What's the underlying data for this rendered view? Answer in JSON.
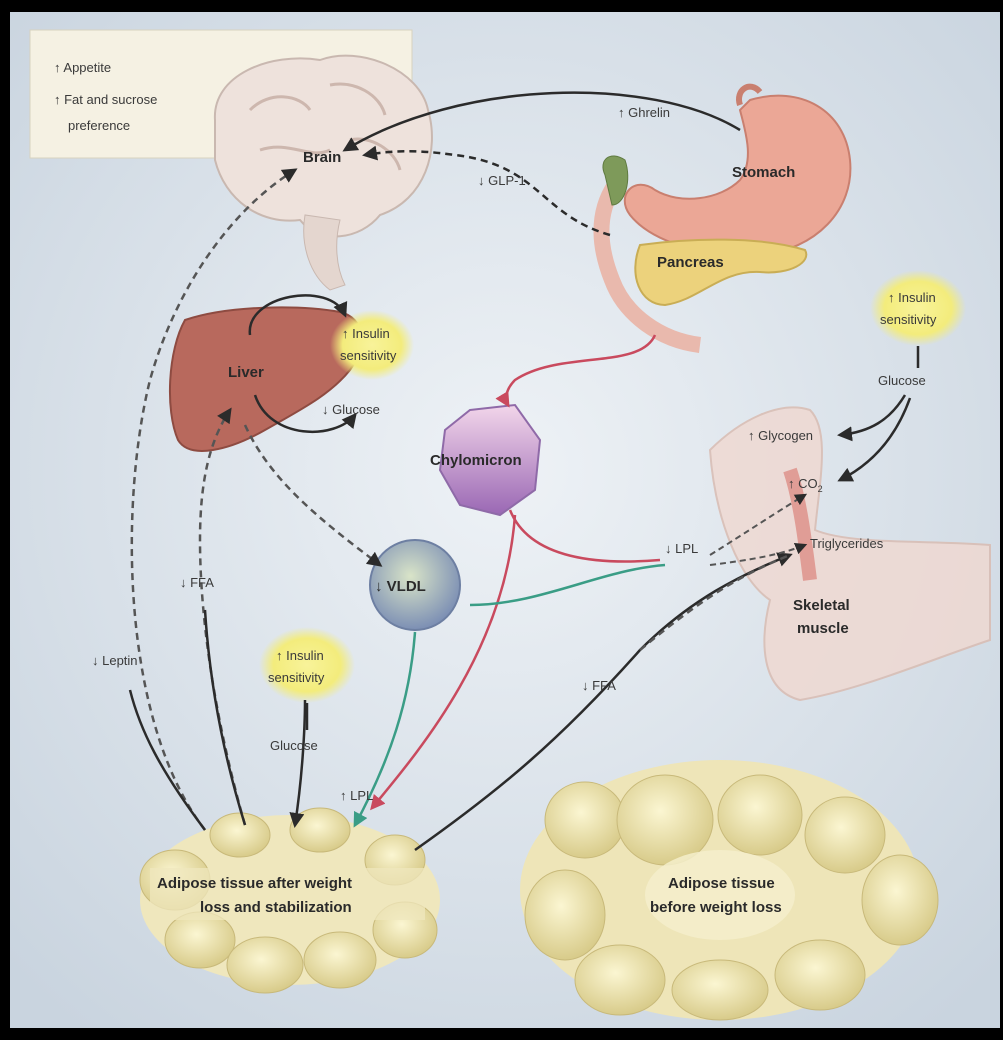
{
  "legend": {
    "items": [
      "↑ Appetite",
      "↑ Fat and sucrose",
      "preference"
    ]
  },
  "organs": {
    "brain": "Brain",
    "stomach": "Stomach",
    "pancreas": "Pancreas",
    "liver": "Liver",
    "chylomicron": "Chylomicron",
    "vldl": "↓ VLDL",
    "muscle_line1": "Skeletal",
    "muscle_line2": "muscle",
    "adipose_after_line1": "Adipose tissue after weight",
    "adipose_after_line2": "loss and stabilization",
    "adipose_before_line1": "Adipose tissue",
    "adipose_before_line2": "before weight loss"
  },
  "signals": {
    "ghrelin": "↑ Ghrelin",
    "glp1": "↓ GLP-1",
    "liver_glucose": "↓ Glucose",
    "ffa_left": "↓ FFA",
    "leptin": "↓ Leptin",
    "glucose_adipose": "Glucose",
    "lpl_adipose": "↑ LPL",
    "lpl_muscle": "↓ LPL",
    "ffa_right": "↓ FFA",
    "glucose_muscle": "Glucose",
    "glycogen": "↑ Glycogen",
    "co2": "↑ CO",
    "co2_sub": "2",
    "triglycerides": "Triglycerides"
  },
  "insulin_bubbles": {
    "liver": [
      "↑ Insulin",
      "sensitivity"
    ],
    "adipose": [
      "↑ Insulin",
      "sensitivity"
    ],
    "muscle": [
      "↑ Insulin",
      "sensitivity"
    ]
  },
  "colors": {
    "background": "#dfe6ee",
    "frame": "#000000",
    "arrow_dark": "#2b2b2b",
    "arrow_red": "#c94a5e",
    "arrow_teal": "#3a9d86",
    "bubble": "#f4ef88",
    "liver": "#b56a5e",
    "stomach": "#e8a28e",
    "pancreas": "#eacf7a",
    "fat_cell": "#ece3b0"
  }
}
